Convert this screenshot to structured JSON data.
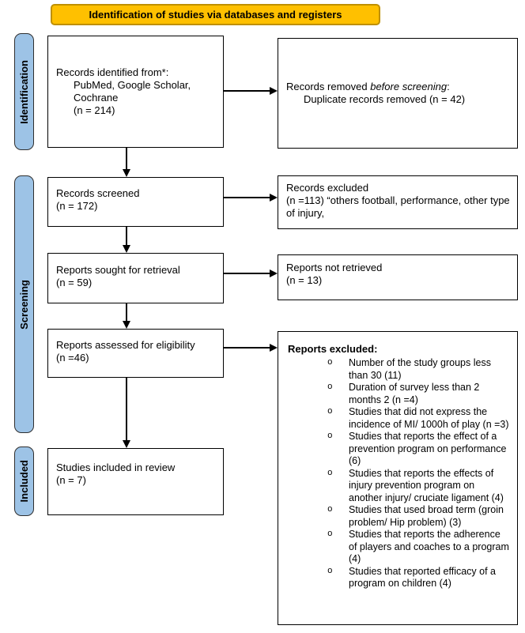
{
  "banner": {
    "title": "Identification of studies via databases and registers",
    "bg_color": "#FFC000",
    "border_color": "#BF9000"
  },
  "stages": [
    {
      "label": "Identification"
    },
    {
      "label": "Screening"
    },
    {
      "label": "Included"
    }
  ],
  "stage_style": {
    "bg_color": "#9DC3E6"
  },
  "boxes": {
    "records_identified": {
      "title": "Records identified from*:",
      "lines": [
        "PubMed, Google Scholar,",
        "Cochrane",
        "(n = 214)"
      ]
    },
    "records_removed": {
      "prefix": "Records removed ",
      "italic": "before screening",
      "suffix": ":",
      "detail": "Duplicate records removed (n = 42)"
    },
    "records_screened": {
      "line1": "Records screened",
      "line2": "(n = 172)"
    },
    "records_excluded": {
      "line1": "Records excluded",
      "line2": "(n =113) “others football, performance, other type of injury,"
    },
    "reports_sought": {
      "line1": "Reports sought for retrieval",
      "line2": "(n = 59)"
    },
    "reports_not_retrieved": {
      "line1": "Reports not retrieved",
      "line2": "(n = 13)"
    },
    "reports_assessed": {
      "line1": "Reports assessed for eligibility",
      "line2": "(n =46)"
    },
    "reports_excluded": {
      "title": "Reports excluded:",
      "bullet": "o",
      "items": [
        "Number of the study groups less than 30 (11)",
        "Duration of survey less than 2 months 2 (n =4)",
        "Studies that did not express the incidence of MI/ 1000h of play (n =3)",
        "Studies that reports the effect of a prevention program on performance (6)",
        "Studies that reports the effects of injury prevention program on another injury/ cruciate ligament (4)",
        "Studies that used broad term (groin problem/ Hip problem) (3)",
        "Studies that reports the adherence of players and coaches to a program (4)",
        "Studies that reported efficacy of a program on children (4)"
      ]
    },
    "studies_included": {
      "line1": "Studies included in review",
      "line2": "(n = 7)"
    }
  }
}
